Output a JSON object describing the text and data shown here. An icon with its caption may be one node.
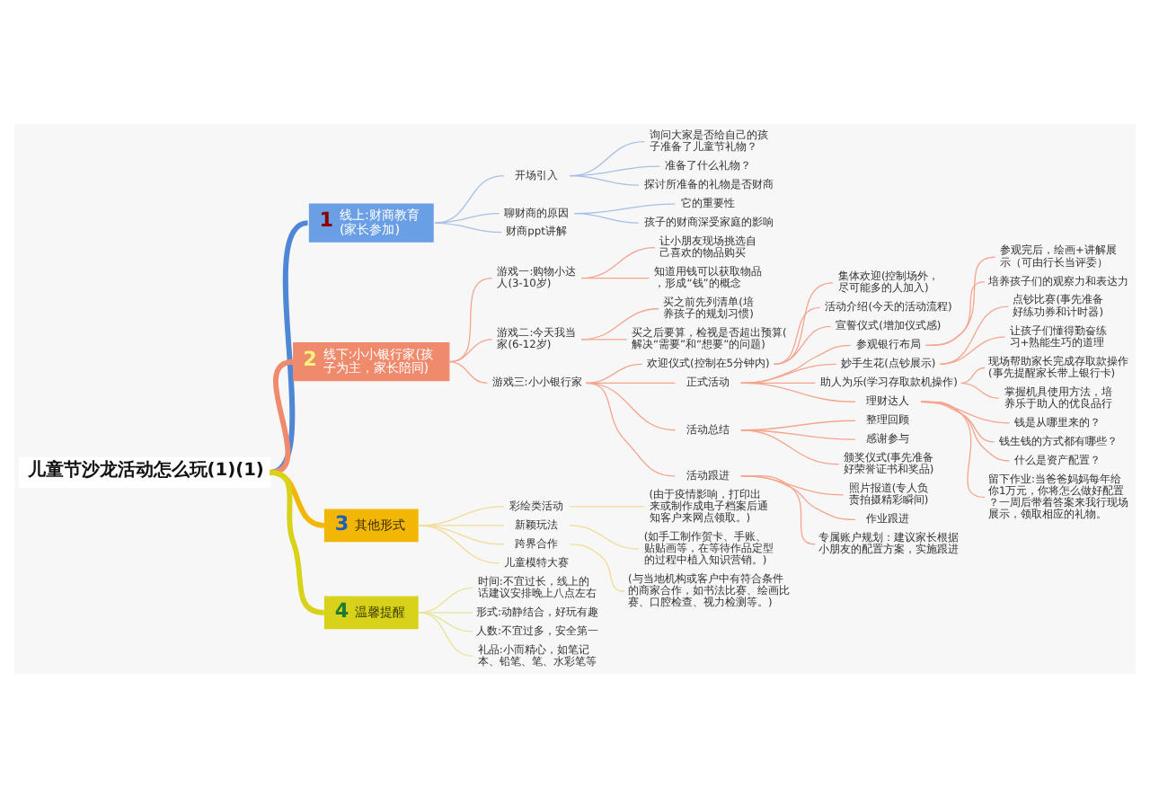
{
  "diagram": {
    "nodes": [
      {
        "text": [
          "儿童节沙龙活动怎么玩(1)(1)"
        ]
      },
      {
        "text": [
          "1",
          "线上:财商教育(家长参加)"
        ]
      },
      {
        "text": [
          "开场引入"
        ]
      },
      {
        "text": [
          "询问大家是否给自己的孩子准备了儿童节礼物？"
        ]
      },
      {
        "text": [
          "准备了什么礼物？"
        ]
      },
      {
        "text": [
          "探讨所准备的礼物是否财商"
        ]
      },
      {
        "text": [
          "聊财商的原因"
        ]
      },
      {
        "text": [
          "它的重要性"
        ]
      },
      {
        "text": [
          "孩子的财商深受家庭的影响"
        ]
      },
      {
        "text": [
          "财商ppt讲解"
        ]
      },
      {
        "text": [
          "2",
          "线下:小小银行家(孩子为主，家长陪同)"
        ]
      },
      {
        "text": [
          "游戏一:购物小达人(3-10岁)"
        ]
      },
      {
        "text": [
          "让小朋友现场挑选自己喜欢的物品购买"
        ]
      },
      {
        "text": [
          "知道用钱可以获取物品，形成“钱”的概念"
        ]
      },
      {
        "text": [
          "游戏二:今天我当家(6-12岁)"
        ]
      },
      {
        "text": [
          "买之前先列清单(培养孩子的规划习惯)"
        ]
      },
      {
        "text": [
          "买之后要算，检视是否超出预算(解决“需要”和“想要”的问题)"
        ]
      },
      {
        "text": [
          "游戏三:小小银行家"
        ]
      },
      {
        "text": [
          "欢迎仪式(控制在5分钟内)"
        ]
      },
      {
        "text": [
          "集体欢迎(控制场外，尽可能多的人加入)"
        ]
      },
      {
        "text": [
          "活动介绍(今天的活动流程)"
        ]
      },
      {
        "text": [
          "宣誓仪式(增加仪式感)"
        ]
      },
      {
        "text": [
          "正式活动"
        ]
      },
      {
        "text": [
          "参观银行布局"
        ]
      },
      {
        "text": [
          "参观完后，绘画+讲解展示（可由行长当评委）"
        ]
      },
      {
        "text": [
          "培养孩子们的观察力和表达力"
        ]
      },
      {
        "text": [
          "妙手生花(点钞展示)"
        ]
      },
      {
        "text": [
          "点钞比赛(事先准备好练功券和计时器)"
        ]
      },
      {
        "text": [
          "让孩子们懂得勤奋练习+熟能生巧的道理"
        ]
      },
      {
        "text": [
          "助人为乐(学习存取款机操作)"
        ]
      },
      {
        "text": [
          "现场帮助家长完成存取款操作(事先提醒家长带上银行卡)"
        ]
      },
      {
        "text": [
          "掌握机具使用方法，培养乐于助人的优良品行"
        ]
      },
      {
        "text": [
          "理财达人"
        ]
      },
      {
        "text": [
          "钱是从哪里来的？"
        ]
      },
      {
        "text": [
          "钱生钱的方式都有哪些？"
        ]
      },
      {
        "text": [
          "什么是资产配置？"
        ]
      },
      {
        "text": [
          "留下作业:当爸爸妈妈每年给你1万元，你将怎么做好配置？一周后带着答案来我行现场展示，领取相应的礼物。"
        ]
      },
      {
        "text": [
          "活动总结"
        ]
      },
      {
        "text": [
          "整理回顾"
        ]
      },
      {
        "text": [
          "感谢参与"
        ]
      },
      {
        "text": [
          "颁奖仪式(事先准备好荣誉证书和奖品)"
        ]
      },
      {
        "text": [
          "活动跟进"
        ]
      },
      {
        "text": [
          "照片报道(专人负责拍摄精彩瞬间)"
        ]
      },
      {
        "text": [
          "作业跟进"
        ]
      },
      {
        "text": [
          "专属账户规划：建议家长根据小朋友的配置方案，实施跟进"
        ]
      },
      {
        "text": [
          "3",
          "其他形式"
        ]
      },
      {
        "text": [
          "彩绘类活动"
        ]
      },
      {
        "text": [
          "(由于疫情影响，打印出来或制作成电子档案后通知客户来网点领取。)"
        ]
      },
      {
        "text": [
          "新颖玩法"
        ]
      },
      {
        "text": [
          "(如手工制作贺卡、手账、贴贴画等，在等待作品定型的过程中植入知识营销。)"
        ]
      },
      {
        "text": [
          "跨界合作"
        ]
      },
      {
        "text": [
          "(与当地机构或客户中有符合条件的商家合作，如书法比赛、绘画比赛、口腔检查、视力检测等。)"
        ]
      },
      {
        "text": [
          "儿童模特大赛"
        ]
      },
      {
        "text": [
          "4",
          "温馨提醒"
        ]
      },
      {
        "text": [
          "时间:不宜过长，线上的话建议安排晚上八点左右"
        ]
      },
      {
        "text": [
          "形式:动静结合，好玩有趣"
        ]
      },
      {
        "text": [
          "人数:不宜过多，安全第一"
        ]
      },
      {
        "text": [
          "礼品:小而精心，如笔记本、铅笔、笔、水彩笔等"
        ]
      }
    ],
    "edges": [
      {
        "from": 0,
        "to": 1,
        "arrow": "none",
        "style": "thick",
        "color": "#4f86d6"
      },
      {
        "from": 1,
        "to": 2,
        "arrow": "none",
        "color": "#a6bfe6"
      },
      {
        "from": 2,
        "to": 3,
        "arrow": "none",
        "color": "#a6bfe6"
      },
      {
        "from": 2,
        "to": 4,
        "arrow": "none",
        "color": "#a6bfe6"
      },
      {
        "from": 2,
        "to": 5,
        "arrow": "none",
        "color": "#a6bfe6"
      },
      {
        "from": 1,
        "to": 6,
        "arrow": "none",
        "color": "#a6bfe6"
      },
      {
        "from": 6,
        "to": 7,
        "arrow": "none",
        "color": "#a6bfe6"
      },
      {
        "from": 6,
        "to": 8,
        "arrow": "none",
        "color": "#a6bfe6"
      },
      {
        "from": 1,
        "to": 9,
        "arrow": "none",
        "color": "#a6bfe6"
      },
      {
        "from": 0,
        "to": 10,
        "arrow": "none",
        "style": "thick",
        "color": "#ef8a6c"
      },
      {
        "from": 10,
        "to": 11,
        "arrow": "none"
      },
      {
        "from": 11,
        "to": 12,
        "arrow": "none"
      },
      {
        "from": 11,
        "to": 13,
        "arrow": "none"
      },
      {
        "from": 10,
        "to": 14,
        "arrow": "none"
      },
      {
        "from": 14,
        "to": 15,
        "arrow": "none"
      },
      {
        "from": 14,
        "to": 16,
        "arrow": "none"
      },
      {
        "from": 10,
        "to": 17,
        "arrow": "none"
      },
      {
        "from": 17,
        "to": 18,
        "arrow": "none"
      },
      {
        "from": 18,
        "to": 19,
        "arrow": "none"
      },
      {
        "from": 18,
        "to": 20,
        "arrow": "none"
      },
      {
        "from": 18,
        "to": 21,
        "arrow": "none"
      },
      {
        "from": 17,
        "to": 22,
        "arrow": "none"
      },
      {
        "from": 22,
        "to": 23,
        "arrow": "none"
      },
      {
        "from": 23,
        "to": 24,
        "arrow": "none"
      },
      {
        "from": 23,
        "to": 25,
        "arrow": "none"
      },
      {
        "from": 22,
        "to": 26,
        "arrow": "none"
      },
      {
        "from": 26,
        "to": 27,
        "arrow": "none"
      },
      {
        "from": 26,
        "to": 28,
        "arrow": "none"
      },
      {
        "from": 22,
        "to": 29,
        "arrow": "none"
      },
      {
        "from": 29,
        "to": 30,
        "arrow": "none"
      },
      {
        "from": 29,
        "to": 31,
        "arrow": "none"
      },
      {
        "from": 22,
        "to": 32,
        "arrow": "none"
      },
      {
        "from": 32,
        "to": 33,
        "arrow": "none"
      },
      {
        "from": 32,
        "to": 34,
        "arrow": "none"
      },
      {
        "from": 32,
        "to": 35,
        "arrow": "none"
      },
      {
        "from": 32,
        "to": 36,
        "arrow": "none"
      },
      {
        "from": 17,
        "to": 37,
        "arrow": "none"
      },
      {
        "from": 37,
        "to": 38,
        "arrow": "none"
      },
      {
        "from": 37,
        "to": 39,
        "arrow": "none"
      },
      {
        "from": 37,
        "to": 40,
        "arrow": "none"
      },
      {
        "from": 17,
        "to": 41,
        "arrow": "none"
      },
      {
        "from": 41,
        "to": 42,
        "arrow": "none"
      },
      {
        "from": 41,
        "to": 43,
        "arrow": "none"
      },
      {
        "from": 41,
        "to": 44,
        "arrow": "none"
      },
      {
        "from": 0,
        "to": 45,
        "arrow": "none",
        "style": "thick",
        "color": "#f2b705"
      },
      {
        "from": 45,
        "to": 46,
        "arrow": "none",
        "color": "#f0dc96"
      },
      {
        "from": 46,
        "to": 47,
        "arrow": "none",
        "color": "#f0dc96"
      },
      {
        "from": 45,
        "to": 48,
        "arrow": "none",
        "color": "#f0dc96"
      },
      {
        "from": 48,
        "to": 49,
        "arrow": "none",
        "color": "#f0dc96"
      },
      {
        "from": 45,
        "to": 50,
        "arrow": "none",
        "color": "#f0dc96"
      },
      {
        "from": 50,
        "to": 51,
        "arrow": "none",
        "color": "#f0dc96"
      },
      {
        "from": 45,
        "to": 52,
        "arrow": "none",
        "color": "#f0dc96"
      },
      {
        "from": 0,
        "to": 53,
        "arrow": "none",
        "style": "thick",
        "color": "#d8d21a"
      },
      {
        "from": 53,
        "to": 54,
        "arrow": "none",
        "color": "#e8e49c"
      },
      {
        "from": 53,
        "to": 55,
        "arrow": "none",
        "color": "#e8e49c"
      },
      {
        "from": 53,
        "to": 56,
        "arrow": "none",
        "color": "#e8e49c"
      },
      {
        "from": 53,
        "to": 57,
        "arrow": "none",
        "color": "#e8e49c"
      }
    ]
  }
}
